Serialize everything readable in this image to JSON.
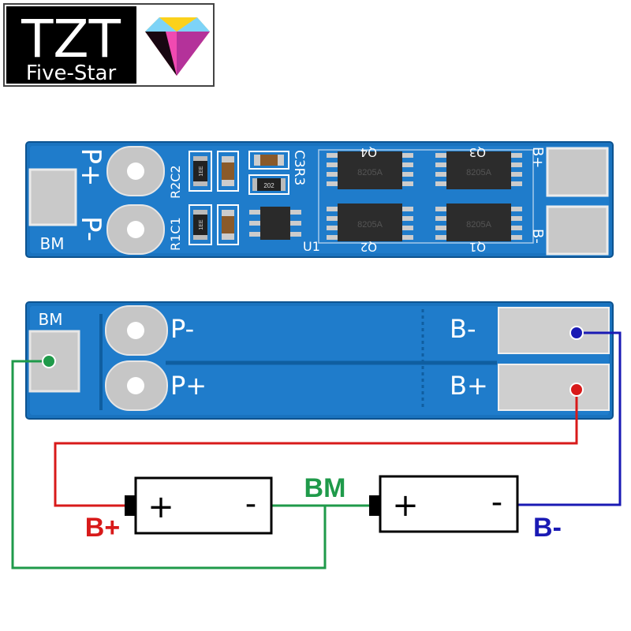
{
  "logo": {
    "brand": "TZT",
    "tagline": "Five-Star"
  },
  "board_top": {
    "pad_labels": {
      "p_plus": "P+",
      "p_minus": "P-",
      "bm": "BM",
      "b_plus": "B+",
      "b_minus": "B-"
    },
    "component_labels": {
      "r2c2": "R2C2",
      "r1c1": "R1C1",
      "c3r3": "C3R3",
      "u1": "U1",
      "q4": "Q4",
      "q3": "Q3",
      "q2": "Q2",
      "q1": "Q1"
    },
    "chip_markings": {
      "q4": "8205A",
      "q3": "8205A",
      "q2": "8205A",
      "q1": "8205A",
      "r_small": "202",
      "r2": "1EE",
      "r1": "1EE"
    }
  },
  "board_bottom": {
    "pad_labels": {
      "bm": "BM",
      "p_minus": "P-",
      "p_plus": "P+",
      "b_minus": "B-",
      "b_plus": "B+"
    }
  },
  "wiring": {
    "b_plus_label": "B+",
    "b_minus_label": "B-",
    "bm_label": "BM",
    "cell_plus": "+",
    "cell_minus": "-",
    "colors": {
      "b_plus": "#d81a1a",
      "b_minus": "#1a1ab4",
      "bm": "#1f9a4a",
      "pcb": "#1a73bf",
      "pcb_dark": "#0f5ea0",
      "pad": "#c8c8c8"
    }
  }
}
